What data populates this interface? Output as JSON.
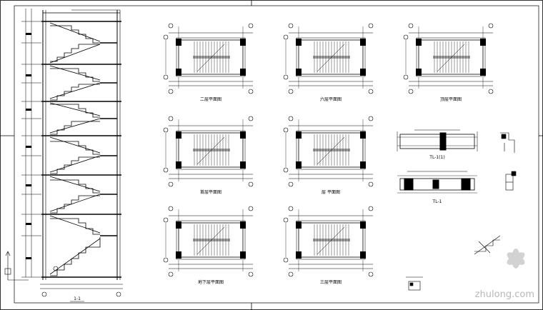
{
  "drawing": {
    "section_caption": "1-1",
    "watermark_text": "zhulong.com",
    "plan_captions": [
      "二层平面图",
      "六层平面图",
      "顶层平面图",
      "首层平面图",
      "层 平面图",
      "地下层平面图",
      "三层平面图"
    ],
    "detail_captions": [
      "TL-1(1)",
      "TL-1"
    ],
    "colors": {
      "line": "#000000",
      "paper": "#ffffff",
      "watermark": "#b8b8b8"
    }
  }
}
